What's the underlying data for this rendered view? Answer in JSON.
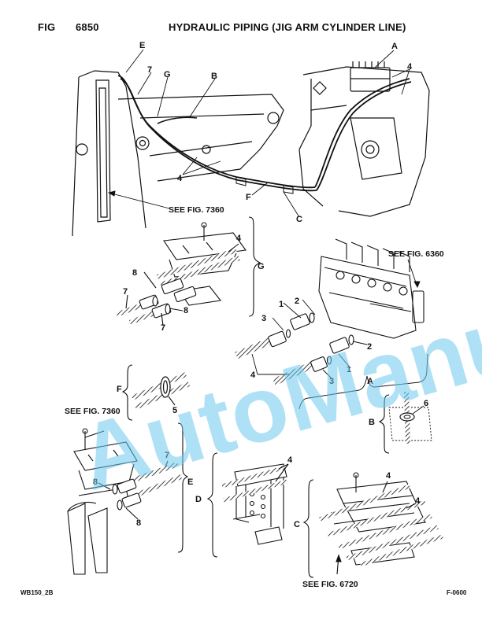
{
  "header": {
    "fig_label": "FIG",
    "fig_number": "6850",
    "title": "HYDRAULIC PIPING (JIG ARM CYLINDER LINE)"
  },
  "footer": {
    "left": "WB150_2B",
    "right": "F-0600"
  },
  "watermark": {
    "text": "AutoManual",
    "color": "#6ec8ee"
  },
  "callouts": {
    "E": "E",
    "seven": "7",
    "G": "G",
    "B": "B",
    "A": "A",
    "four": "4",
    "F": "F",
    "C": "C",
    "eight": "8",
    "one": "1",
    "two": "2",
    "three": "3",
    "five": "5",
    "six": "6",
    "D": "D"
  },
  "references": {
    "fig7360": "SEE FIG. 7360",
    "fig6360": "SEE FIG. 6360",
    "fig6720": "SEE FIG. 6720"
  }
}
